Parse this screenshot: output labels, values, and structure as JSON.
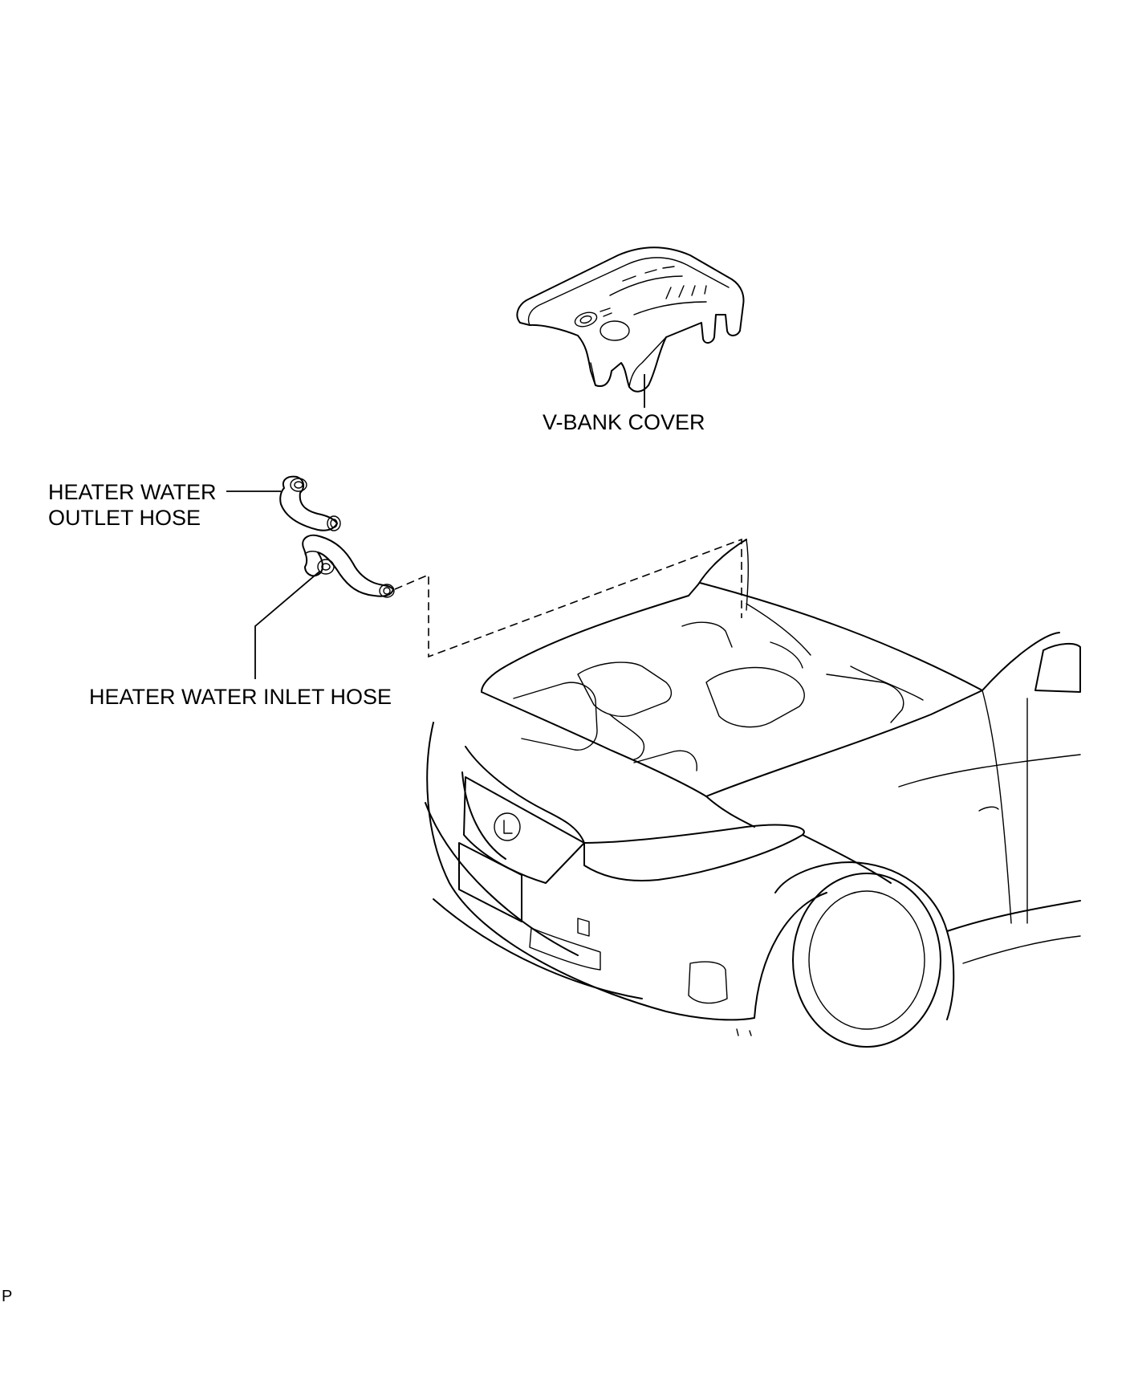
{
  "labels": {
    "v_bank_cover": "V-BANK COVER",
    "heater_water_outlet_hose_line1": "HEATER WATER",
    "heater_water_outlet_hose_line2": "OUTLET HOSE",
    "heater_water_inlet_hose": "HEATER WATER INLET HOSE"
  },
  "illustration_code": "P"
}
